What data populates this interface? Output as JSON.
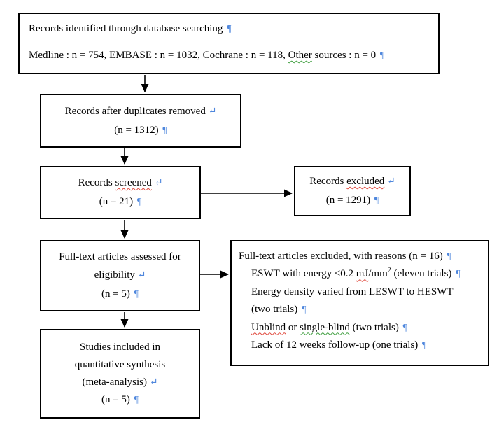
{
  "document": {
    "type": "prisma-flow-diagram",
    "colors": {
      "box_border": "#000000",
      "formatting_mark_blue": "#4f87dd",
      "spellcheck_red": "#e0483c",
      "grammar_green": "#3f9e3f"
    }
  },
  "marks": {
    "pilcrow": "¶",
    "soft_return": "↵"
  },
  "boxes": {
    "identification": {
      "lines": [
        [
          {
            "t": "Records identified through database searching "
          },
          {
            "mark": "pilcrow"
          }
        ],
        [
          {
            "t": "Medline : n = 754, EMBASE : n = 1032, Cochrane : n = 118, "
          },
          {
            "t": "Other",
            "s": "green"
          },
          {
            "t": " sources : n = 0 "
          },
          {
            "mark": "pilcrow"
          }
        ]
      ]
    },
    "duplicates": {
      "lines": [
        [
          {
            "t": "Records after duplicates removed "
          },
          {
            "mark": "return"
          }
        ],
        [
          {
            "t": "(n = 1312) "
          },
          {
            "mark": "pilcrow"
          }
        ]
      ]
    },
    "screened": {
      "lines": [
        [
          {
            "t": "Records "
          },
          {
            "t": "screened",
            "s": "red"
          },
          {
            "t": " "
          },
          {
            "mark": "return"
          }
        ],
        [
          {
            "t": "(n = 21) "
          },
          {
            "mark": "pilcrow"
          }
        ]
      ]
    },
    "excluded": {
      "lines": [
        [
          {
            "t": "Records "
          },
          {
            "t": "excluded",
            "s": "red"
          },
          {
            "t": " "
          },
          {
            "mark": "return"
          }
        ],
        [
          {
            "t": "(n = 1291) "
          },
          {
            "mark": "pilcrow"
          }
        ]
      ]
    },
    "eligibility": {
      "lines": [
        [
          {
            "t": "Full-text articles assessed for"
          }
        ],
        [
          {
            "t": "eligibility "
          },
          {
            "mark": "return"
          }
        ],
        [
          {
            "t": "(n = 5) "
          },
          {
            "mark": "pilcrow"
          }
        ]
      ]
    },
    "reasons": {
      "lines": [
        [
          {
            "t": "Full-text articles excluded, with reasons (n = 16) "
          },
          {
            "mark": "pilcrow"
          }
        ],
        [
          {
            "t": "ESWT with energy ≤0.2 "
          },
          {
            "t": "mJ",
            "s": "red"
          },
          {
            "t": "/mm"
          },
          {
            "t": "2",
            "s": "sup"
          },
          {
            "t": " (eleven trials) "
          },
          {
            "mark": "pilcrow"
          }
        ],
        [
          {
            "t": "Energy density varied from LESWT to HESWT"
          }
        ],
        [
          {
            "t": "(two trials) "
          },
          {
            "mark": "pilcrow"
          }
        ],
        [
          {
            "t": "Unblind",
            "s": "red"
          },
          {
            "t": " or "
          },
          {
            "t": "single-blind",
            "s": "green"
          },
          {
            "t": " (two trials) "
          },
          {
            "mark": "pilcrow"
          }
        ],
        [
          {
            "t": "Lack of 12 weeks follow-up (one trials) "
          },
          {
            "mark": "pilcrow"
          }
        ]
      ]
    },
    "included": {
      "lines": [
        [
          {
            "t": "Studies included in"
          }
        ],
        [
          {
            "t": "quantitative synthesis"
          }
        ],
        [
          {
            "t": "(meta-analysis) "
          },
          {
            "mark": "return"
          }
        ],
        [
          {
            "t": "(n = 5) "
          },
          {
            "mark": "pilcrow"
          }
        ]
      ]
    }
  },
  "flow": [
    {
      "from": "identification",
      "to": "duplicates"
    },
    {
      "from": "duplicates",
      "to": "screened"
    },
    {
      "from": "screened",
      "to": "excluded"
    },
    {
      "from": "screened",
      "to": "eligibility"
    },
    {
      "from": "eligibility",
      "to": "reasons"
    },
    {
      "from": "eligibility",
      "to": "included"
    }
  ]
}
